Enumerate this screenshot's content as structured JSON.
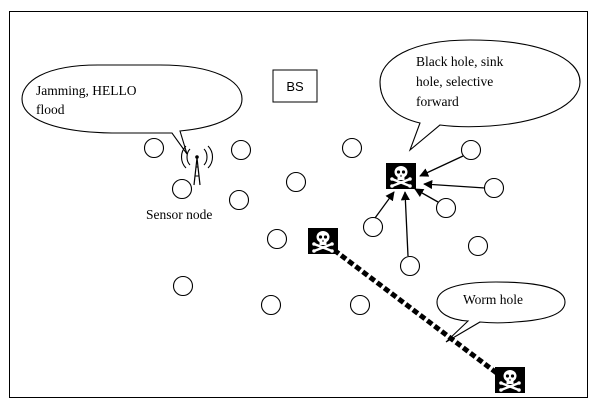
{
  "frame": {
    "border_color": "#000000"
  },
  "base_station": {
    "label": "BS"
  },
  "callouts": {
    "jamming": {
      "lines": [
        "Jamming, HELLO",
        "flood"
      ]
    },
    "black_hole": {
      "lines": [
        "Black hole, sink",
        "hole, selective",
        "forward"
      ]
    },
    "wormhole": {
      "lines": [
        "Worm hole"
      ]
    }
  },
  "labels": {
    "sensor_node": "Sensor node"
  },
  "icons": {
    "sensor": "antenna-tower-icon",
    "malicious": "skull-crossbones-flag-icon"
  },
  "colors": {
    "flag": "#000000",
    "skull": "#ffffff",
    "link": "#000000"
  }
}
